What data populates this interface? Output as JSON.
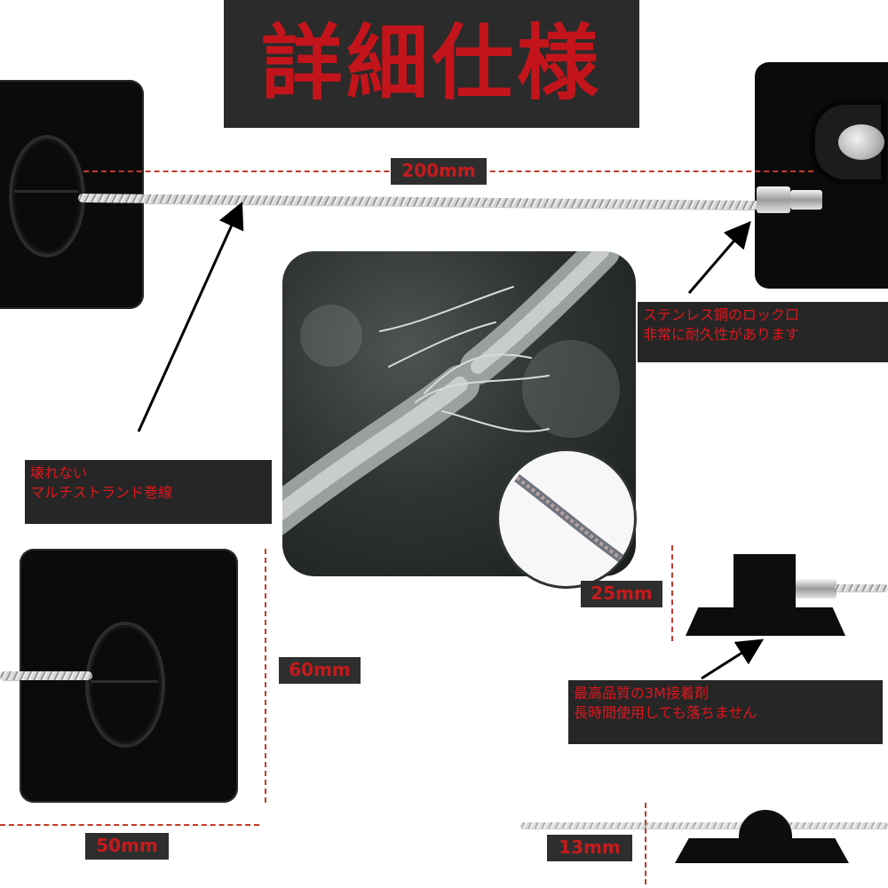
{
  "title": "詳細仕様",
  "dimensions": {
    "length": "200mm",
    "pad_height": "60mm",
    "pad_width": "50mm",
    "lock_height": "25mm",
    "cap_height": "13mm"
  },
  "callouts": {
    "lock": [
      "ステンレス鋼のロック口",
      "非常に耐久性があります"
    ],
    "cable": [
      "壊れない",
      "マルチストランド巻線"
    ],
    "adhesive": [
      "最高品質の3M接着剤",
      "長時間使用しても落ちません"
    ]
  },
  "colors": {
    "accent": "#c4141b",
    "label_bg": "#262626",
    "dimension_line": "#c23a2a"
  }
}
